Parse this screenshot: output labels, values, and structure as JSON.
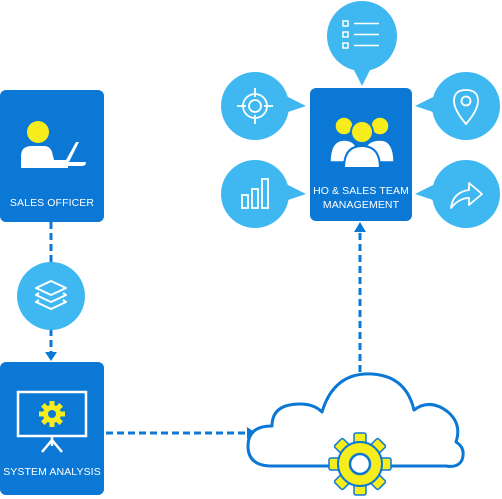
{
  "colors": {
    "card_blue": "#0b78d6",
    "bubble_blue": "#3fb8f2",
    "connector_blue": "#0b78d6",
    "avatar_yellow": "#f7ec1c",
    "white": "#ffffff"
  },
  "nodes": {
    "sales_officer": {
      "label": "SALES OFFICER",
      "icon": "person-at-laptop-icon"
    },
    "system_analysis": {
      "label": "SYSTEM ANALYSIS",
      "icon": "presentation-board-gear-icon"
    },
    "management": {
      "label_line1": "HO & SALES TEAM",
      "label_line2": "MANAGEMENT",
      "icon": "team-group-icon"
    },
    "cloud": {
      "icon": "cloud-gear-icon"
    }
  },
  "bubbles": {
    "layers": {
      "icon": "layers-icon"
    },
    "checklist": {
      "icon": "checklist-icon"
    },
    "target": {
      "icon": "target-icon"
    },
    "location": {
      "icon": "location-pin-icon"
    },
    "chart": {
      "icon": "bar-chart-icon"
    },
    "share": {
      "icon": "share-arrow-icon"
    }
  },
  "connectors": [
    {
      "from": "sales_officer",
      "to": "system_analysis",
      "via": "layers",
      "style": "dashed",
      "arrow": "down"
    },
    {
      "from": "system_analysis",
      "to": "cloud",
      "style": "dashed",
      "arrow": "right"
    },
    {
      "from": "cloud",
      "to": "management",
      "style": "dashed",
      "arrow": "up"
    }
  ]
}
